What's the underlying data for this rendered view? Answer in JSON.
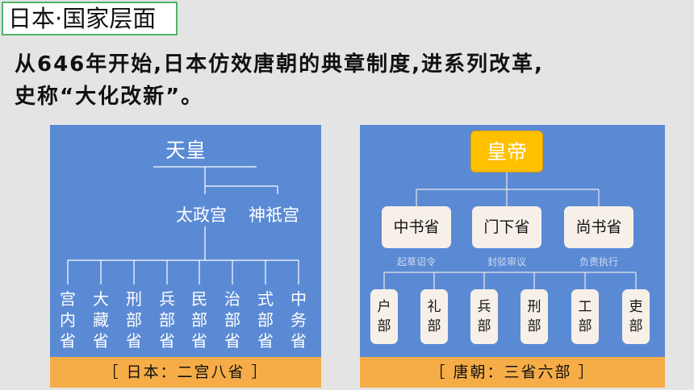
{
  "title": "日本·国家层面",
  "intro": {
    "line1": "从646年开始,日本仿效唐朝的典章制度,进系列改革,",
    "line2": "史称“大化改新”。"
  },
  "japan": {
    "emperor": "天皇",
    "council": "太政宫",
    "shrine": "神祇宫",
    "ministries": [
      {
        "c1": "宫",
        "c2": "内",
        "c3": "省"
      },
      {
        "c1": "大",
        "c2": "藏",
        "c3": "省"
      },
      {
        "c1": "刑",
        "c2": "部",
        "c3": "省"
      },
      {
        "c1": "兵",
        "c2": "部",
        "c3": "省"
      },
      {
        "c1": "民",
        "c2": "部",
        "c3": "省"
      },
      {
        "c1": "治",
        "c2": "部",
        "c3": "省"
      },
      {
        "c1": "式",
        "c2": "部",
        "c3": "省"
      },
      {
        "c1": "中",
        "c2": "务",
        "c3": "省"
      }
    ],
    "caption": "［ 日本：二宫八省 ］"
  },
  "tang": {
    "emperor": "皇帝",
    "sheng": [
      {
        "name": "中书省",
        "role": "起草诏令"
      },
      {
        "name": "门下省",
        "role": "封驳审议"
      },
      {
        "name": "尚书省",
        "role": "负责执行"
      }
    ],
    "bu": [
      {
        "c1": "户",
        "c2": "部"
      },
      {
        "c1": "礼",
        "c2": "部"
      },
      {
        "c1": "兵",
        "c2": "部"
      },
      {
        "c1": "刑",
        "c2": "部"
      },
      {
        "c1": "工",
        "c2": "部"
      },
      {
        "c1": "吏",
        "c2": "部"
      }
    ],
    "caption": "［ 唐朝：三省六部 ］"
  },
  "colors": {
    "panel": "#5b8ad5",
    "caption": "#f6ad48",
    "emperor_box": "#ffc000",
    "title_border": "#4fb56a",
    "background": "#e4e4e4"
  }
}
